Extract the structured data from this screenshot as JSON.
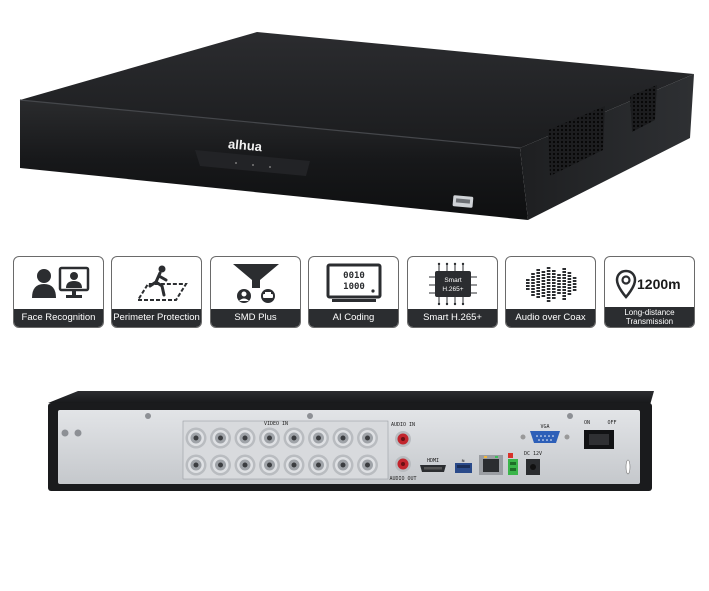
{
  "front_panel": {
    "logo": "alhua",
    "usb_port": "usb-icon"
  },
  "features": [
    {
      "label": "Face Recognition",
      "icon": "face-recognition-icon"
    },
    {
      "label": "Perimeter Protection",
      "icon": "perimeter-protection-icon"
    },
    {
      "label": "SMD Plus",
      "icon": "smd-plus-icon"
    },
    {
      "label": "AI Coding",
      "icon": "ai-coding-icon",
      "icon_text": [
        "0010",
        "1000"
      ]
    },
    {
      "label": "Smart H.265+",
      "icon": "chip-icon",
      "icon_text": [
        "Smart",
        "H.265+"
      ]
    },
    {
      "label": "Audio over Coax",
      "icon": "audio-waveform-icon"
    },
    {
      "label_lines": [
        "Long-distance",
        "Transmission"
      ],
      "icon": "location-pin-icon",
      "icon_text": "1200m"
    }
  ],
  "rear_panel": {
    "labels": {
      "video_in": "VIDEO IN",
      "audio_in": "AUDIO IN",
      "audio_out": "AUDIO OUT",
      "hdmi": "HDMI",
      "vga": "VGA",
      "power_in": "DC 12V",
      "switch_on": "ON",
      "switch_off": "OFF"
    },
    "bnc_rows": 2,
    "bnc_cols": 8
  }
}
